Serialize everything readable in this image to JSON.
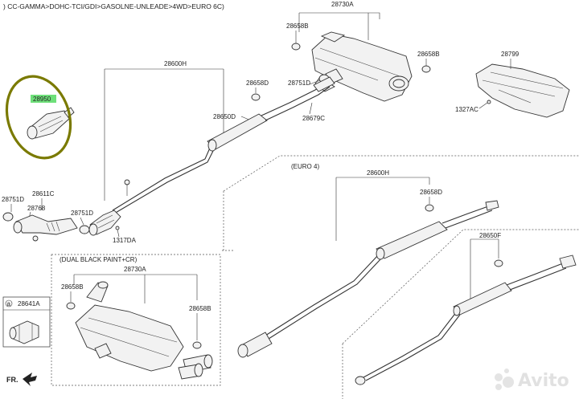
{
  "header": {
    "engine_spec": ") CC-GAMMA>DOHC-TCI/GDI>GASOLNE-UNLEADE>4WD>EURO 6C)"
  },
  "labels": {
    "p28730A_top": "28730A",
    "p28658B_tl": "28658B",
    "p28658B_tr": "28658B",
    "p28799": "28799",
    "p1327AC": "1327AC",
    "p28600H": "28600H",
    "p28658D": "28658D",
    "p28751D_mid": "28751D",
    "p28650D": "28650D",
    "p28679C": "28679C",
    "p28950": "28950",
    "p28751D_left": "28751D",
    "p28611C": "28611C",
    "p28768": "28768",
    "p28751D_low": "28751D",
    "p1317DA": "1317DA",
    "euro4": "(EURO 4)",
    "p28600H_euro": "28600H",
    "p28658D_euro": "28658D",
    "p28650F": "28650F",
    "dual_box": "(DUAL BLACK PAINT+CR)",
    "p28730A_box": "28730A",
    "p28658B_box_l": "28658B",
    "p28658B_box_r": "28658B",
    "legend_a": "a",
    "p28641A": "28641A",
    "front": "FR.",
    "watermark": "Avito"
  },
  "highlight": {
    "color": "#7a7a00"
  },
  "label_highlight_color": "#6ee07a"
}
